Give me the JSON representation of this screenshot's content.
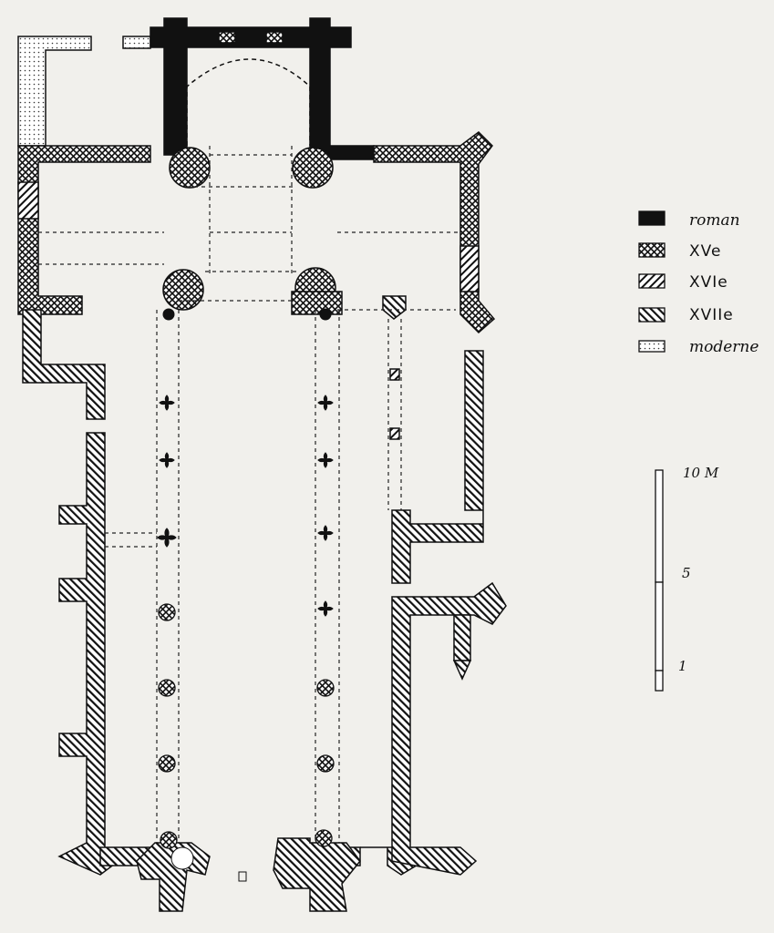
{
  "legend": [
    {
      "label": "roman",
      "pattern": "solid-black"
    },
    {
      "label": "XVe",
      "pattern": "crosshatch"
    },
    {
      "label": "XVIe",
      "pattern": "hatch-forward"
    },
    {
      "label": "XVIIe",
      "pattern": "hatch-back"
    },
    {
      "label": "moderne",
      "pattern": "dots"
    }
  ],
  "scale": {
    "max_label": "10 M",
    "mid_label": "5",
    "min_label": "1"
  },
  "colors": {
    "ink": "#111111",
    "paper": "#f1f0ec"
  }
}
